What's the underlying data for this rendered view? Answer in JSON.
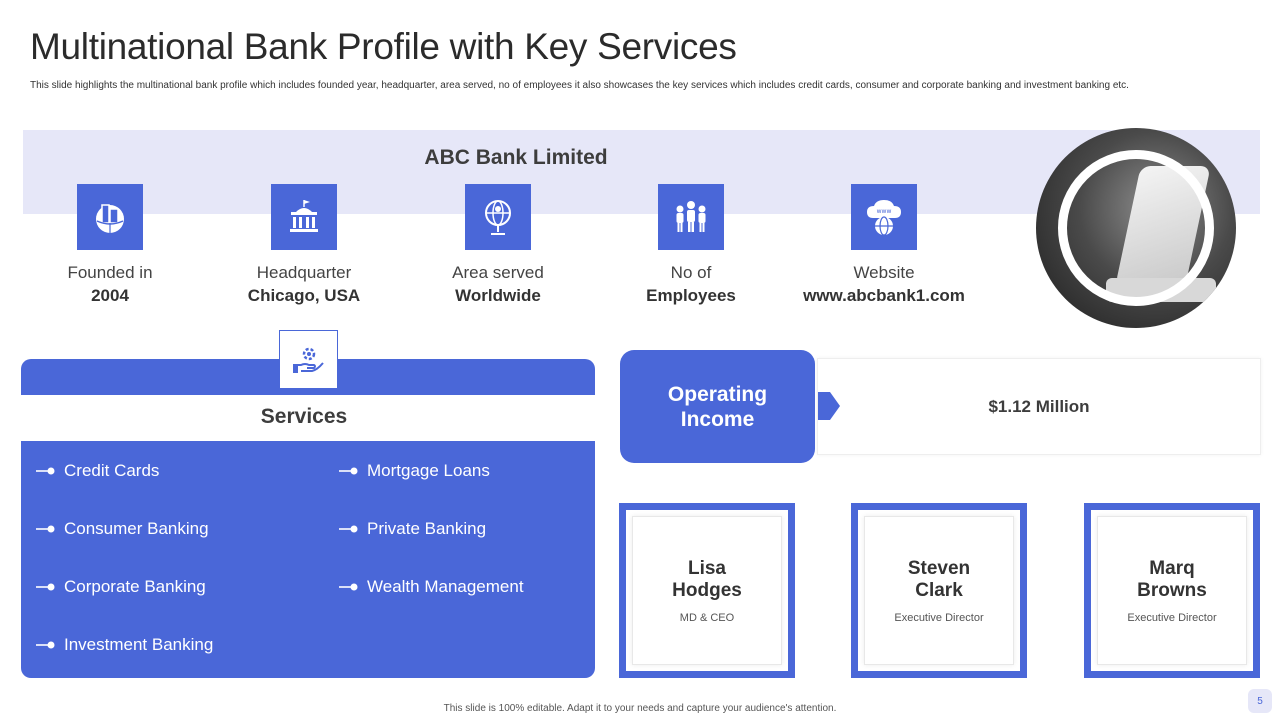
{
  "header": {
    "title": "Multinational Bank Profile with Key Services",
    "subtitle": "This slide highlights the multinational bank profile which includes founded year, headquarter, area served, no of employees it also showcases the key services which includes credit cards, consumer and corporate banking and investment banking etc."
  },
  "bank": {
    "name": "ABC Bank Limited",
    "profile": [
      {
        "icon": "building-globe-icon",
        "label": "Founded in",
        "value": "2004"
      },
      {
        "icon": "bank-building-icon",
        "label": "Headquarter",
        "value": "Chicago, USA"
      },
      {
        "icon": "globe-pin-icon",
        "label": "Area served",
        "value": "Worldwide"
      },
      {
        "icon": "people-group-icon",
        "label": "No of",
        "value": "Employees"
      },
      {
        "icon": "www-cloud-icon",
        "label": "Website",
        "value": "www.abcbank1.com"
      }
    ]
  },
  "services": {
    "icon": "hand-gear-icon",
    "title": "Services",
    "items": [
      "Credit Cards",
      "Mortgage Loans",
      "Consumer Banking",
      "Private Banking",
      "Corporate Banking",
      "Wealth Management",
      "Investment Banking"
    ]
  },
  "operating_income": {
    "label_line1": "Operating",
    "label_line2": "Income",
    "value": "$1.12 Million"
  },
  "people": [
    {
      "first": "Lisa",
      "last": "Hodges",
      "role": "MD & CEO"
    },
    {
      "first": "Steven",
      "last": "Clark",
      "role": "Executive Director"
    },
    {
      "first": "Marq",
      "last": "Browns",
      "role": "Executive Director"
    }
  ],
  "footer": {
    "note": "This slide is 100% editable. Adapt it to your needs and capture your audience's attention.",
    "page": "5"
  },
  "colors": {
    "accent": "#4a67d8",
    "band": "#e6e7f8"
  }
}
